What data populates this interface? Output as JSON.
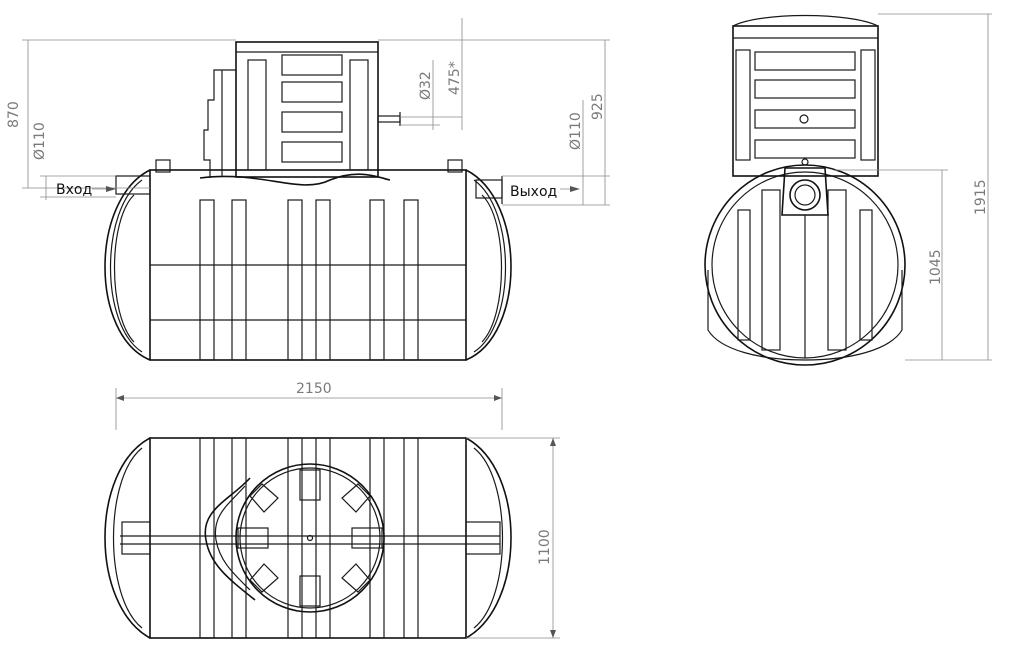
{
  "labels": {
    "inlet": "Вход",
    "outlet": "Выход"
  },
  "dimensions": {
    "front_height": "870",
    "front_inlet_dia": "Ø110",
    "pipe_dia": "Ø32",
    "pipe_height": "475*",
    "outlet_dia": "Ø110",
    "outlet_height": "925",
    "total_length": "2150",
    "total_width": "1100",
    "side_height": "1045",
    "total_height": "1915"
  }
}
